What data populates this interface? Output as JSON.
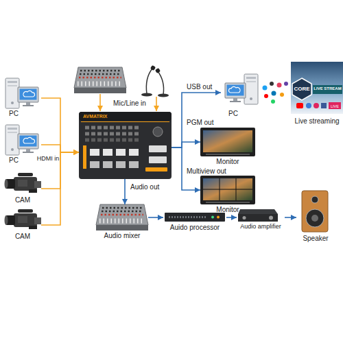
{
  "diagram": {
    "nodes": [
      {
        "text": [
          "PC"
        ]
      },
      {
        "text": [
          "PC"
        ]
      },
      {
        "text": [
          "CAM"
        ]
      },
      {
        "text": [
          "CAM"
        ]
      },
      {
        "text": [
          "AVMATRIX"
        ]
      },
      {
        "text": [
          "PC"
        ]
      },
      {
        "text": [
          "CORE",
          "LIVE STREAM",
          "Live streaming"
        ]
      },
      {
        "text": [
          "Monitor"
        ]
      },
      {
        "text": [
          "Monitor"
        ]
      },
      {
        "text": [
          "Audio mixer"
        ]
      },
      {
        "text": [
          "Auido processor"
        ]
      },
      {
        "text": [
          "Audio amplifier"
        ]
      },
      {
        "text": [
          "Speaker"
        ]
      }
    ],
    "edges": [
      {
        "from": 0,
        "to": 4,
        "arrow": "to"
      },
      {
        "from": 1,
        "to": 4,
        "arrow": "to"
      },
      {
        "from": 2,
        "to": 4,
        "arrow": "to"
      },
      {
        "from": 3,
        "to": 4,
        "arrow": "to"
      },
      {
        "from": 4,
        "to": 5,
        "label": "USB out",
        "arrow": "to"
      },
      {
        "from": 4,
        "to": 7,
        "label": "PGM out",
        "arrow": "to"
      },
      {
        "from": 4,
        "to": 8,
        "label": "Multiview out",
        "arrow": "to"
      },
      {
        "from": 4,
        "to": 9,
        "label": "Audio out",
        "arrow": "to"
      },
      {
        "from": 9,
        "to": 10,
        "arrow": "to"
      },
      {
        "from": 10,
        "to": 11,
        "arrow": "to"
      },
      {
        "from": 11,
        "to": 12,
        "arrow": "to"
      }
    ],
    "labels": [
      "HDMI in",
      "Mic/Line in",
      "LIVE"
    ]
  }
}
